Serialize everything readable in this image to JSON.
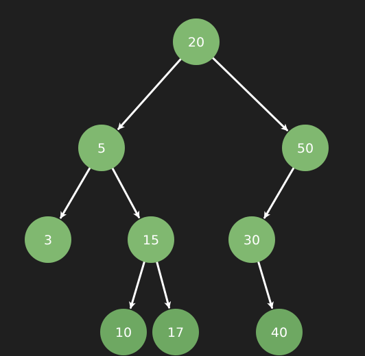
{
  "colors": {
    "background": "#1f1f1f",
    "node_fill": "#80b870",
    "node_fill_dim": "#6ea862",
    "edge": "#ffffff",
    "label": "#ffffff"
  },
  "tree": {
    "nodes": [
      {
        "id": "n20",
        "label": "20"
      },
      {
        "id": "n5",
        "label": "5"
      },
      {
        "id": "n50",
        "label": "50"
      },
      {
        "id": "n3",
        "label": "3"
      },
      {
        "id": "n15",
        "label": "15"
      },
      {
        "id": "n30",
        "label": "30"
      },
      {
        "id": "n10",
        "label": "10"
      },
      {
        "id": "n17",
        "label": "17"
      },
      {
        "id": "n40",
        "label": "40"
      }
    ],
    "edges": [
      {
        "from": "n20",
        "to": "n5"
      },
      {
        "from": "n20",
        "to": "n50"
      },
      {
        "from": "n5",
        "to": "n3"
      },
      {
        "from": "n5",
        "to": "n15"
      },
      {
        "from": "n50",
        "to": "n30"
      },
      {
        "from": "n15",
        "to": "n10"
      },
      {
        "from": "n15",
        "to": "n17"
      },
      {
        "from": "n30",
        "to": "n40"
      }
    ]
  }
}
